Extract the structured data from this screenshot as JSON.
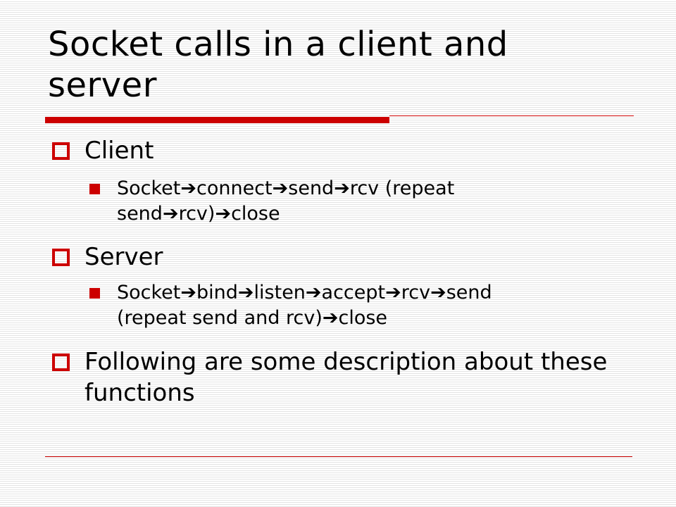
{
  "slide": {
    "title": "Socket calls in a client and server",
    "bullets": [
      {
        "text": "Client",
        "sub": {
          "parts": [
            "Socket",
            "connect",
            "send",
            "rcv (repeat",
            "send",
            "rcv)",
            "close"
          ],
          "arrow": "➔"
        }
      },
      {
        "text": "Server",
        "sub": {
          "parts": [
            "Socket",
            "bind",
            "listen",
            "accept",
            "rcv",
            "send",
            "(repeat send and rcv)",
            "close"
          ],
          "arrow": "➔"
        }
      },
      {
        "text": "Following are some description about these functions"
      }
    ]
  },
  "colors": {
    "accent": "#cc0000",
    "text": "#000000",
    "stripe": "#e4e4e4"
  }
}
